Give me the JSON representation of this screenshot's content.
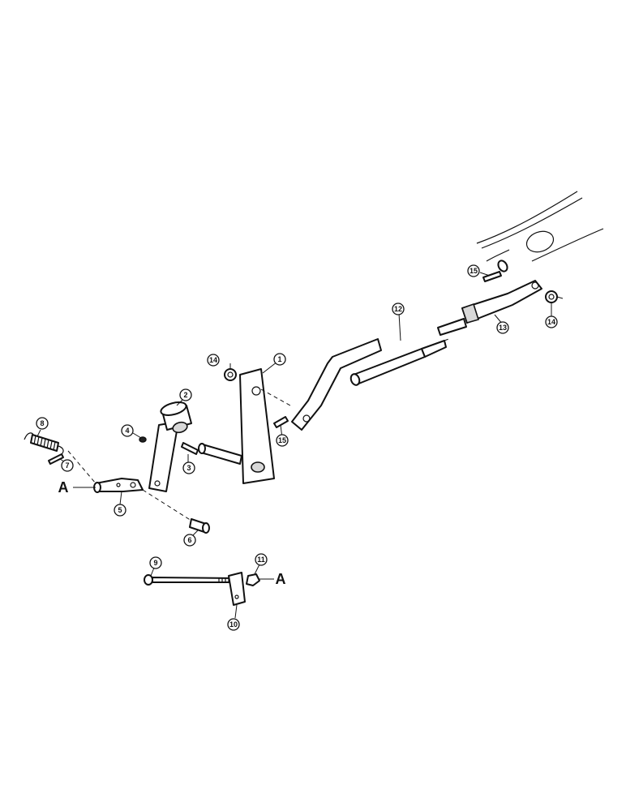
{
  "callouts": {
    "c1": "1",
    "c2": "2",
    "c3": "3",
    "c4": "4",
    "c5": "5",
    "c6": "6",
    "c7": "7",
    "c8": "8",
    "c9": "9",
    "c10": "10",
    "c11": "11",
    "c12": "12",
    "c13": "13",
    "c14a": "14",
    "c14b": "14",
    "c15a": "15",
    "c15b": "15"
  },
  "refs": {
    "a_upper": "A",
    "a_lower": "A"
  }
}
